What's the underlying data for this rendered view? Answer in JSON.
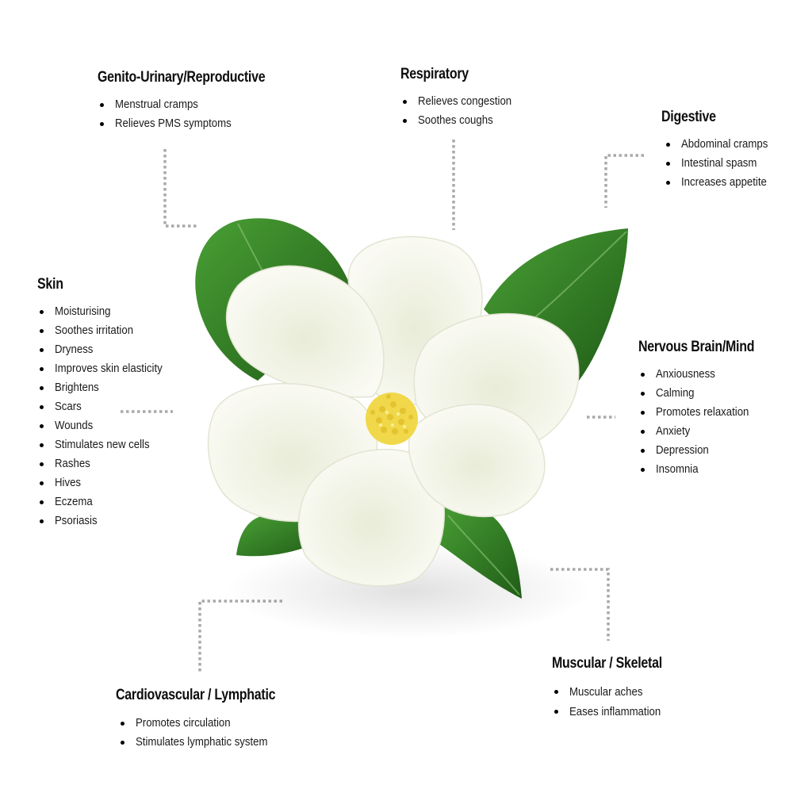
{
  "sections": {
    "genito": {
      "title": "Genito-Urinary/Reproductive",
      "items": [
        "Menstrual cramps",
        "Relieves PMS symptoms"
      ]
    },
    "respiratory": {
      "title": "Respiratory",
      "items": [
        "Relieves congestion",
        "Soothes coughs"
      ]
    },
    "digestive": {
      "title": "Digestive",
      "items": [
        "Abdominal cramps",
        "Intestinal spasm",
        "Increases appetite"
      ]
    },
    "skin": {
      "title": "Skin",
      "items": [
        "Moisturising",
        "Soothes irritation",
        "Dryness",
        "Improves skin elasticity",
        "Brightens",
        "Scars",
        "Wounds",
        "Stimulates new cells",
        "Rashes",
        "Hives",
        "Eczema",
        "Psoriasis"
      ]
    },
    "nervous": {
      "title": "Nervous Brain/Mind",
      "items": [
        "Anxiousness",
        "Calming",
        "Promotes relaxation",
        "Anxiety",
        "Depression",
        "Insomnia"
      ]
    },
    "muscular": {
      "title": "Muscular / Skeletal",
      "items": [
        "Muscular aches",
        "Eases inflammation"
      ]
    },
    "cardio": {
      "title": "Cardiovascular / Lymphatic",
      "items": [
        "Promotes circulation",
        "Stimulates lymphatic system"
      ]
    }
  },
  "colors": {
    "leaf": "#3b8a2a",
    "leaf_dark": "#235f18",
    "petal": "#f6f7ee",
    "stamen": "#f0d84a",
    "connector": "#a9a9a9"
  },
  "icons": {
    "center_image": "magnolia-flower-icon"
  }
}
